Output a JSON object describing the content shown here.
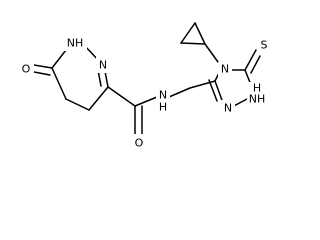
{
  "atoms": {
    "ketone_oxygen": "O",
    "ring_nh_left": "NH",
    "ring_n_left": "N",
    "amide_oxygen": "O",
    "amide_nh": "N",
    "amide_h": "H",
    "triazole_n4": "N",
    "thione_sulfur": "S",
    "triazole_nh": "NH",
    "triazole_n2": "N",
    "triazole_n1_h": "H"
  }
}
